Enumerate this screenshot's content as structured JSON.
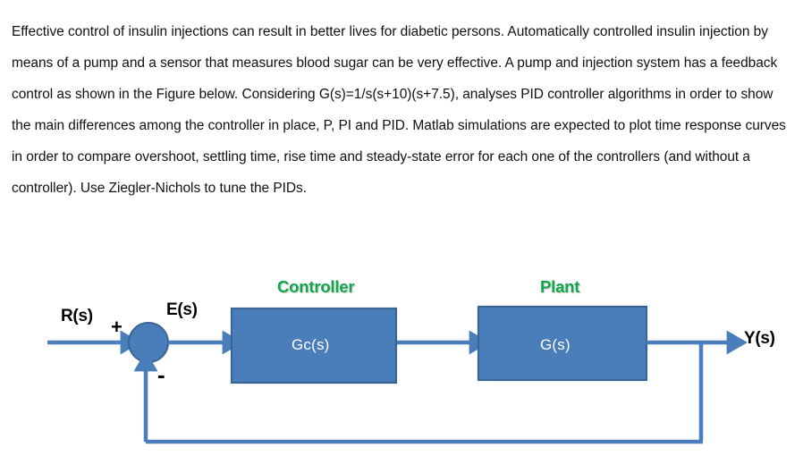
{
  "problem": {
    "paragraph": "Effective control of insulin injections can result in better lives for diabetic persons. Automatically controlled insulin injection by means of a pump and a sensor that measures blood sugar can be very effective. A pump and injection system has a feedback control as shown in the Figure below. Considering G(s)=1/s(s+10)(s+7.5), analyses PID controller algorithms in order to show the main differences among the controller in place, P, PI and PID. Matlab simulations are expected to plot time response curves in order to compare overshoot, settling time, rise time and steady-state error for each one of the controllers (and without a controller). Use Ziegler-Nichols to tune the PIDs."
  },
  "diagram": {
    "title_controller": "Controller",
    "title_plant": "Plant",
    "input_label": "R(s)",
    "error_label": "E(s)",
    "output_label": "Y(s)",
    "plus_sign": "+",
    "minus_sign": "-",
    "controller_block_text": "Gc(s)",
    "plant_block_text": "G(s)",
    "colors": {
      "block_fill": "#4a7ebb",
      "block_stroke": "#3a6494",
      "line": "#4a7ebb",
      "section_title": "#11a74c",
      "text_on_block": "#ffffff"
    }
  }
}
